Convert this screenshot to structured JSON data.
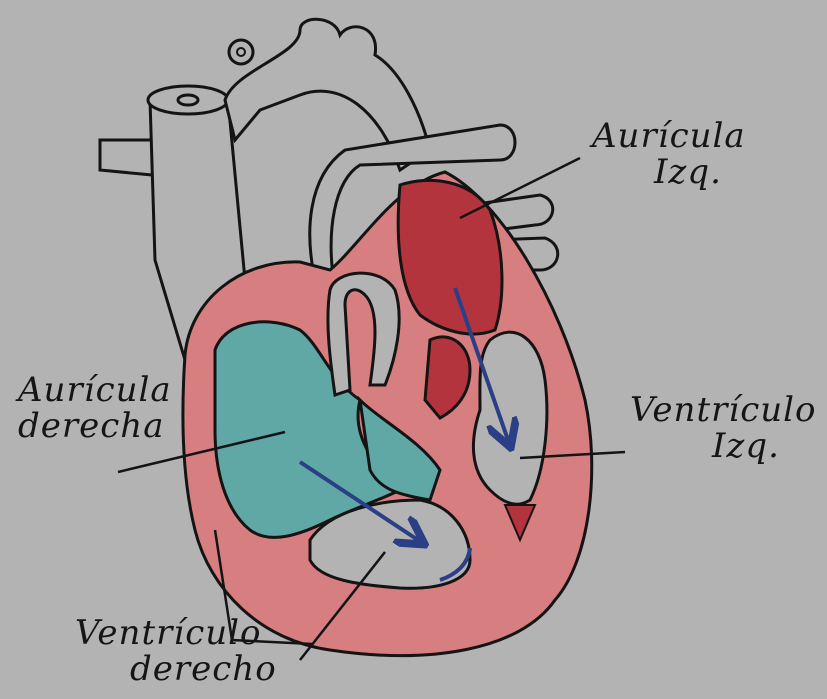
{
  "labels": {
    "left_atrium": {
      "line1": "Aurícula",
      "line2": "Izq."
    },
    "right_atrium": {
      "line1": "Aurícula",
      "line2": "derecha"
    },
    "left_ventricle": {
      "line1": "Ventrículo",
      "line2": "Izq."
    },
    "right_ventricle": {
      "line1": "Ventrículo",
      "line2": "derecho"
    }
  },
  "colors": {
    "background": "#b3b3b3",
    "outline": "#141414",
    "muscle": "#d77f80",
    "left_atrium_fill": "#b4343d",
    "right_atrium_fill": "#5fa8a6",
    "blood_flow_arrow": "#2b3f86",
    "cavity": "#b3b3b3"
  },
  "icons": {
    "flow_arrow": "arrow-icon"
  }
}
